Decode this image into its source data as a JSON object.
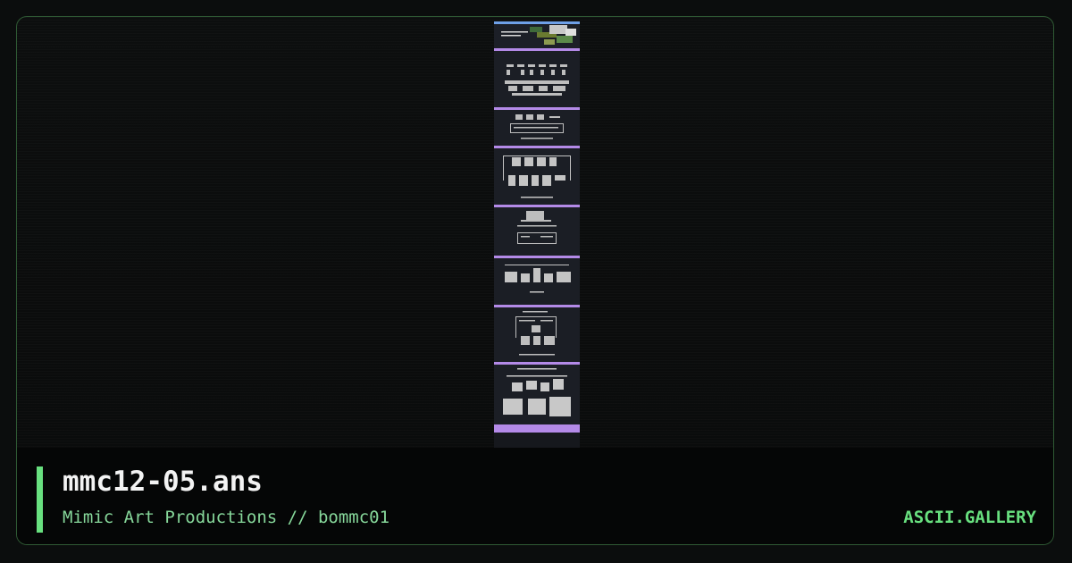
{
  "file": {
    "name": "mmc12-05.ans",
    "credit": "Mimic Art Productions // bommc01"
  },
  "site": {
    "brand": "ASCII.GALLERY"
  },
  "colors": {
    "accent": "#68e07f",
    "border": "#2f5a34",
    "separator": "#b48ae8",
    "background": "#0b0d0d"
  }
}
